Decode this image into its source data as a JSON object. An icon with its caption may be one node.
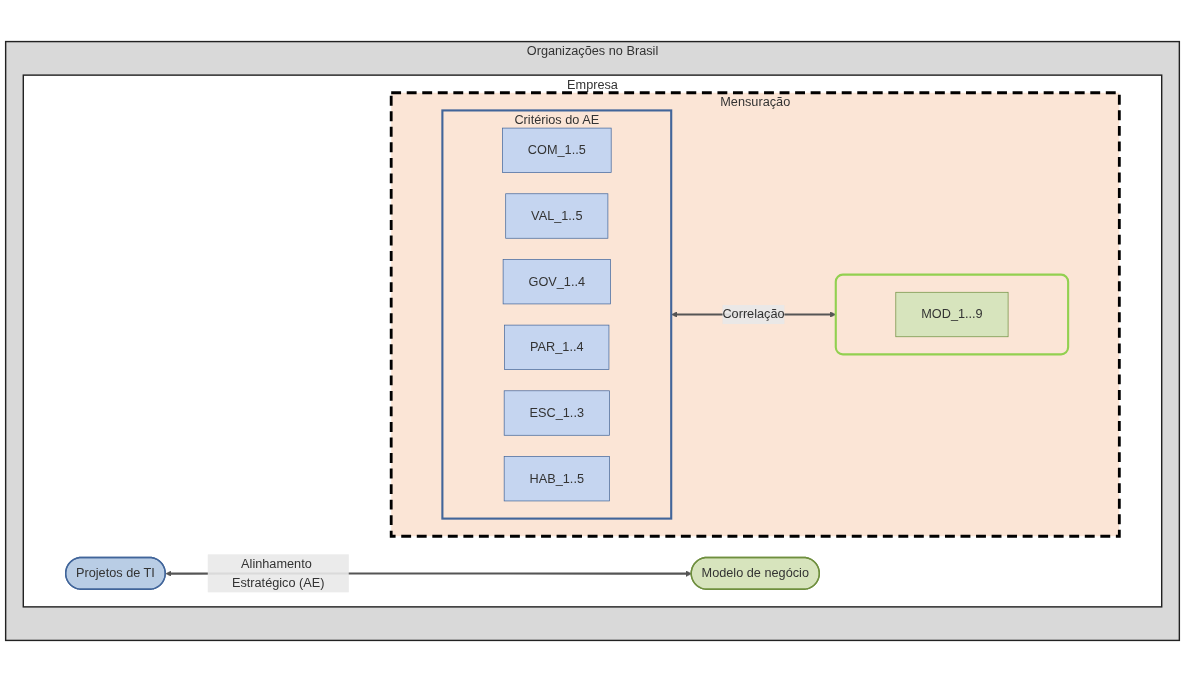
{
  "diagram": {
    "nodes": [
      {
        "text": [
          "Organizações no Brasil"
        ]
      },
      {
        "text": [
          "Empresa"
        ],
        "in": 0
      },
      {
        "text": [
          "Projetos de TI"
        ],
        "in": 1
      },
      {
        "text": [
          "Modelo de negócio"
        ],
        "in": 1
      },
      {
        "text": [
          "Mensuração"
        ],
        "in": 1
      },
      {
        "text": [
          "Critérios do AE"
        ],
        "in": 4
      },
      {
        "text": [
          "COM_1..5"
        ],
        "in": 5
      },
      {
        "text": [
          "VAL_1..5"
        ],
        "in": 5
      },
      {
        "text": [
          "GOV_1..4"
        ],
        "in": 5
      },
      {
        "text": [
          "PAR_1..4"
        ],
        "in": 5
      },
      {
        "text": [
          "ESC_1..3"
        ],
        "in": 5
      },
      {
        "text": [
          "HAB_1..5"
        ],
        "in": 5
      },
      {
        "text": [],
        "shape": "box",
        "in": 4
      },
      {
        "text": [
          "MOD_1...9"
        ],
        "in": 12
      }
    ],
    "edges": [
      {
        "from": 2,
        "to": 3,
        "arrow": "both",
        "label": "Alinhamento Estratégico (AE)"
      },
      {
        "from": 5,
        "to": 12,
        "arrow": "both",
        "label": "Correlação"
      }
    ]
  }
}
